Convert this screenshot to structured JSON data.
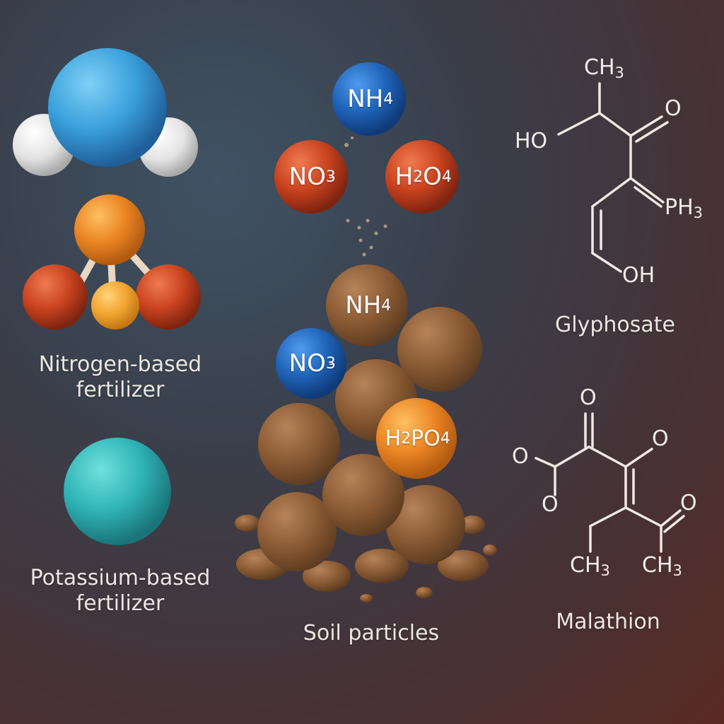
{
  "labels": {
    "nitrogen": [
      "Nitrogen-based",
      "fertilizer"
    ],
    "potassium": [
      "Potassium-based",
      "fertilizer"
    ],
    "soil": "Soil particles",
    "glyphosate": "Glyphosate",
    "malathion": "Malathion"
  },
  "ions": {
    "top_nh": {
      "base": "NH",
      "sub": "4",
      "sup": "-"
    },
    "top_no": {
      "base": "NO",
      "sub": "3",
      "sup": "-"
    },
    "top_h2o4": {
      "a": "H",
      "sub1": "2",
      "b": "O",
      "sub2": "4",
      "sup": "-"
    },
    "soil_nh": {
      "base": "NH",
      "sub": "4",
      "sup": "-"
    },
    "soil_no": {
      "base": "NO",
      "sub": "3",
      "sup": "-"
    },
    "soil_h2po4": {
      "a": "H",
      "sub1": "2",
      "b": "PO",
      "sub2": "4",
      "sup": "-"
    }
  },
  "glyphosate_groups": {
    "ch3": {
      "base": "CH",
      "sub": "3"
    },
    "ho": "HO",
    "o": "O",
    "ph3": {
      "base": "PH",
      "sub": "3"
    },
    "oh": "OH"
  },
  "malathion_groups": {
    "o_top": "O",
    "o_right": "O",
    "o_left": "O",
    "o_bottom_left": "O",
    "o_bottom_right": "O",
    "ch3_left": {
      "base": "CH",
      "sub": "3"
    },
    "ch3_right": {
      "base": "CH",
      "sub": "3"
    }
  },
  "colors": {
    "oxygen_blue": "#3aa0dc",
    "hydrogen_white": "#e8e8e8",
    "orange": "#e9821f",
    "red": "#c2401f",
    "teal": "#2fb3b5",
    "ion_blue": "#1f63b8",
    "soil_brown": "#8a5a33"
  }
}
